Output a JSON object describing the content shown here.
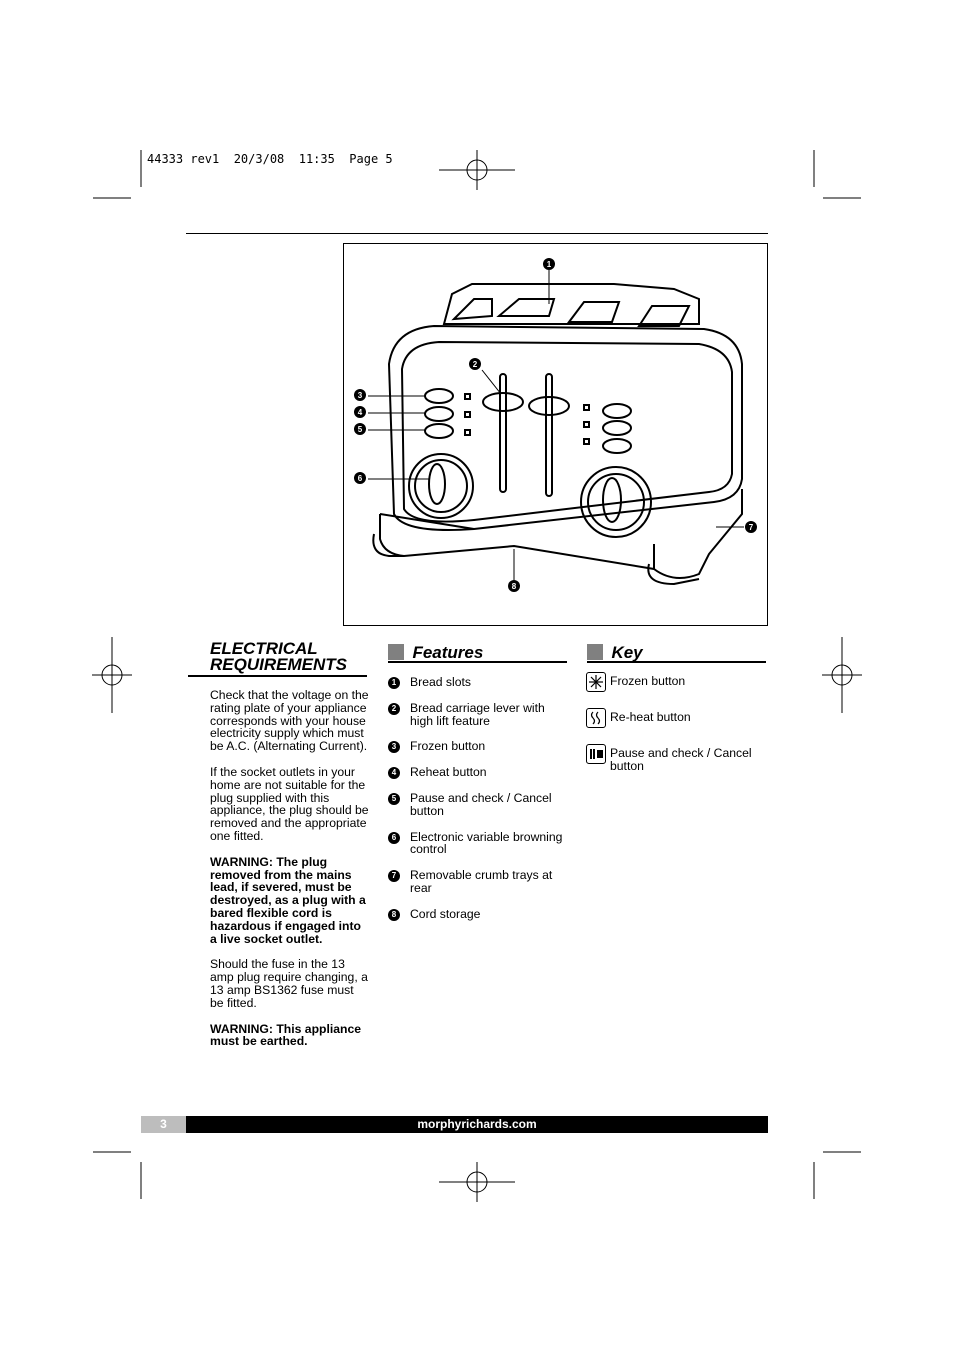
{
  "slug": "44333 rev1  20/3/08  11:35  Page 5",
  "diagram": {
    "callouts": [
      "1",
      "2",
      "3",
      "4",
      "5",
      "6",
      "7",
      "8"
    ]
  },
  "electrical": {
    "title_line1": "ELECTRICAL",
    "title_line2": "REQUIREMENTS",
    "p1": "Check that the voltage on the rating plate of your appliance corresponds with your house electricity supply which must be A.C. (Alternating Current).",
    "p2": "If the socket outlets in your home are not suitable for the plug supplied with this appliance, the plug should be removed and the appropriate one fitted.",
    "warning1": "WARNING: The plug removed from the mains lead, if severed, must be destroyed, as a plug with a bared flexible cord is hazardous if engaged into a live socket outlet.",
    "p3": "Should the fuse in the 13 amp plug require changing, a 13 amp BS1362 fuse must be fitted.",
    "warning2": "WARNING: This appliance must be earthed."
  },
  "features": {
    "title": "Features",
    "items": [
      {
        "num": "1",
        "text": "Bread slots"
      },
      {
        "num": "2",
        "text": "Bread carriage lever with high lift feature"
      },
      {
        "num": "3",
        "text": "Frozen button"
      },
      {
        "num": "4",
        "text": "Reheat button"
      },
      {
        "num": "5",
        "text": "Pause and check / Cancel button"
      },
      {
        "num": "6",
        "text": "Electronic variable browning control"
      },
      {
        "num": "7",
        "text": "Removable crumb trays at rear"
      },
      {
        "num": "8",
        "text": "Cord storage"
      }
    ]
  },
  "key": {
    "title": "Key",
    "items": [
      {
        "icon": "snowflake-icon",
        "text": "Frozen button"
      },
      {
        "icon": "reheat-icon",
        "text": "Re-heat button"
      },
      {
        "icon": "pause-icon",
        "text": "Pause and check / Cancel button"
      }
    ]
  },
  "footer": {
    "page_number": "3",
    "website": "morphyrichards.com"
  }
}
